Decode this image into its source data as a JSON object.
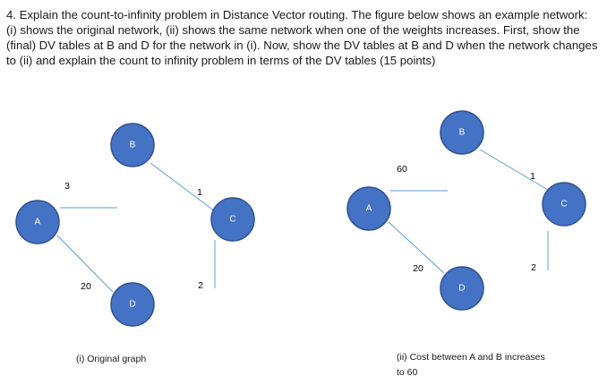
{
  "question": {
    "text": "4. Explain the count-to-infinity problem in Distance Vector routing. The figure below shows an example network: (i) shows the original network, (ii) shows the same network when one of the weights increases. First, show the (final) DV tables at B and D for the network in (i). Now, show the DV tables at B and D when the network changes to (ii) and explain the count to infinity problem in terms of the DV tables (15 points)"
  },
  "graph_i": {
    "caption": "(i) Original graph",
    "nodes": {
      "a": "A",
      "b": "B",
      "c": "C",
      "d": "D"
    },
    "weights": {
      "ab": "3",
      "bc": "1",
      "ad": "20",
      "dc": "2"
    }
  },
  "graph_ii": {
    "caption_line1": "(ii) Cost between A and B increases",
    "caption_line2": "to 60",
    "nodes": {
      "a": "A",
      "b": "B",
      "c": "C",
      "d": "D"
    },
    "weights": {
      "ab": "60",
      "bc": "1",
      "ad": "20",
      "dc": "2"
    }
  },
  "colors": {
    "node_fill": "#4472c4",
    "edge": "#5b9bd5"
  }
}
